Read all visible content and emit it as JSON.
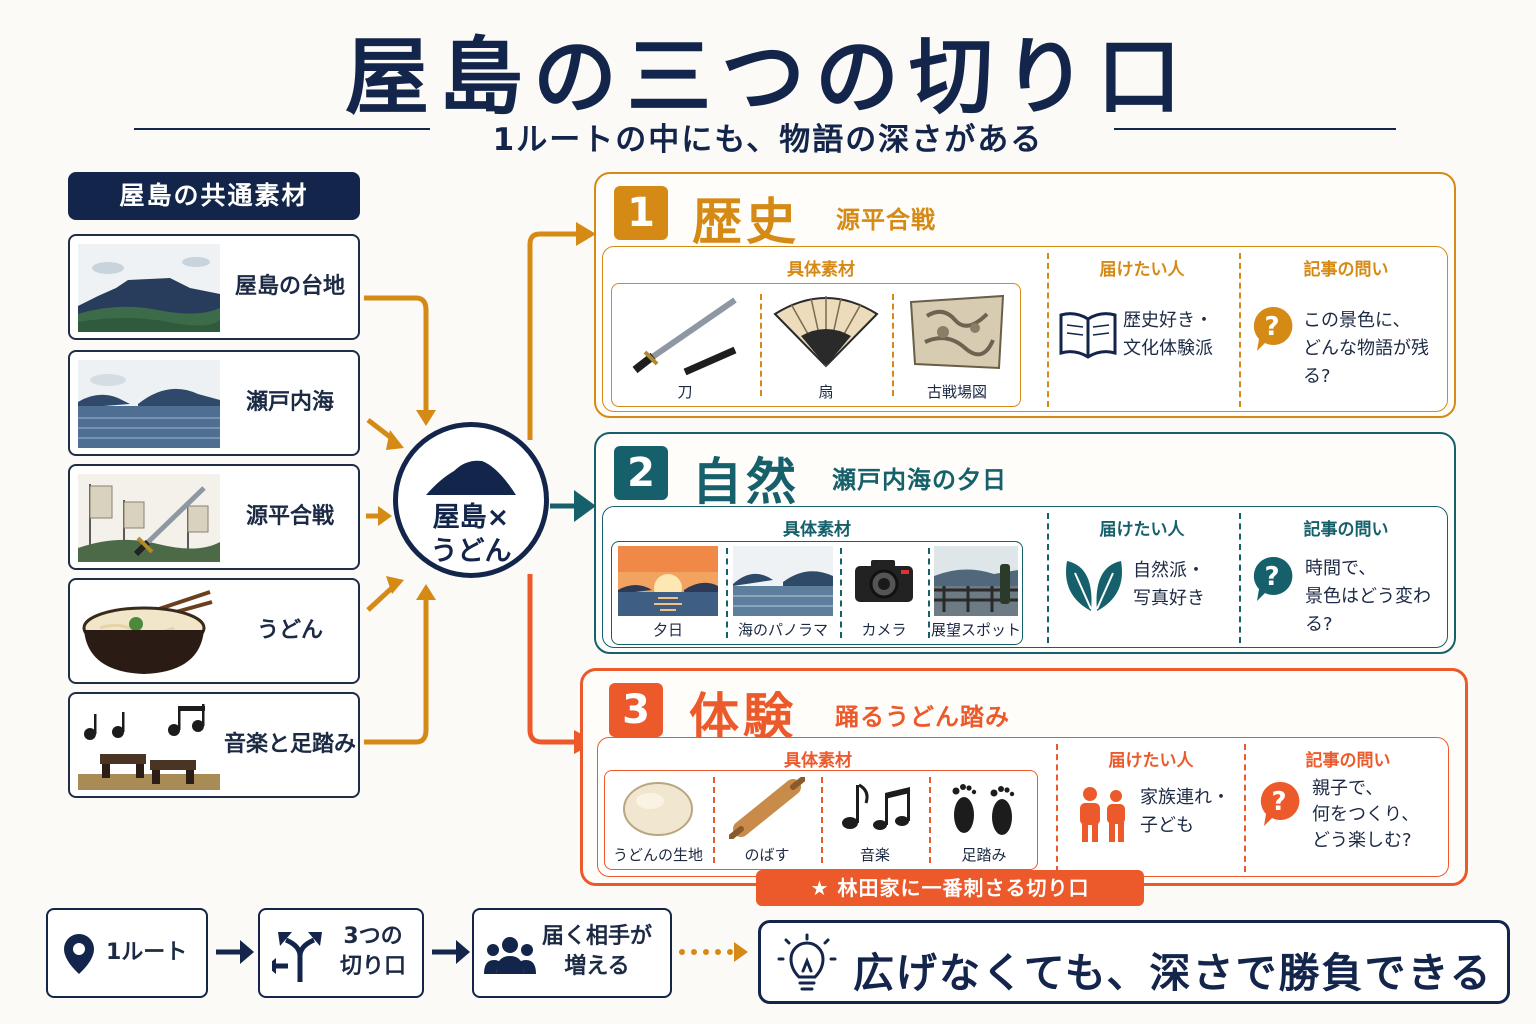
{
  "title": "屋島の三つの切り口",
  "subtitle": "1ルートの中にも、物語の深さがある",
  "common": {
    "label": "屋島の共通素材",
    "items": [
      {
        "label": "屋島の台地"
      },
      {
        "label": "瀬戸内海"
      },
      {
        "label": "源平合戦"
      },
      {
        "label": "うどん"
      },
      {
        "label": "音楽と足踏み"
      }
    ]
  },
  "hub": {
    "line1": "屋島×",
    "line2": "うどん"
  },
  "panels": [
    {
      "num": "1",
      "title": "歴史",
      "subtitle": "源平合戦",
      "color": "#d68a16",
      "materials_header": "具体素材",
      "materials": [
        "刀",
        "扇",
        "古戦場図"
      ],
      "who_header": "届けたい人",
      "who_lines": [
        "歴史好き・",
        "文化体験派"
      ],
      "q_header": "記事の問い",
      "q_lines": [
        "この景色に、",
        "どんな物語が残る?"
      ]
    },
    {
      "num": "2",
      "title": "自然",
      "subtitle": "瀬戸内海の夕日",
      "color": "#16606b",
      "materials_header": "具体素材",
      "materials": [
        "夕日",
        "海のパノラマ",
        "カメラ",
        "展望スポット"
      ],
      "who_header": "届けたい人",
      "who_lines": [
        "自然派・",
        "写真好き"
      ],
      "q_header": "記事の問い",
      "q_lines": [
        "時間で、",
        "景色はどう変わる?"
      ]
    },
    {
      "num": "3",
      "title": "体験",
      "subtitle": "踊るうどん踏み",
      "color": "#ec5a2c",
      "materials_header": "具体素材",
      "materials": [
        "うどんの生地",
        "のばす",
        "音楽",
        "足踏み"
      ],
      "who_header": "届けたい人",
      "who_lines": [
        "家族連れ・",
        "子ども"
      ],
      "q_header": "記事の問い",
      "q_lines": [
        "親子で、",
        "何をつくり、",
        "どう楽しむ?"
      ]
    }
  ],
  "banner": "★ 林田家に一番刺さる切り口",
  "flow": {
    "step1": "1ルート",
    "step2_line1": "3つの",
    "step2_line2": "切り口",
    "step3_line1": "届く相手が",
    "step3_line2": "増える"
  },
  "conclusion": "広げなくても、深さで勝負できる",
  "colors": {
    "navy": "#13254a",
    "history": "#d68a16",
    "nature": "#16606b",
    "experience": "#ec5a2c"
  }
}
